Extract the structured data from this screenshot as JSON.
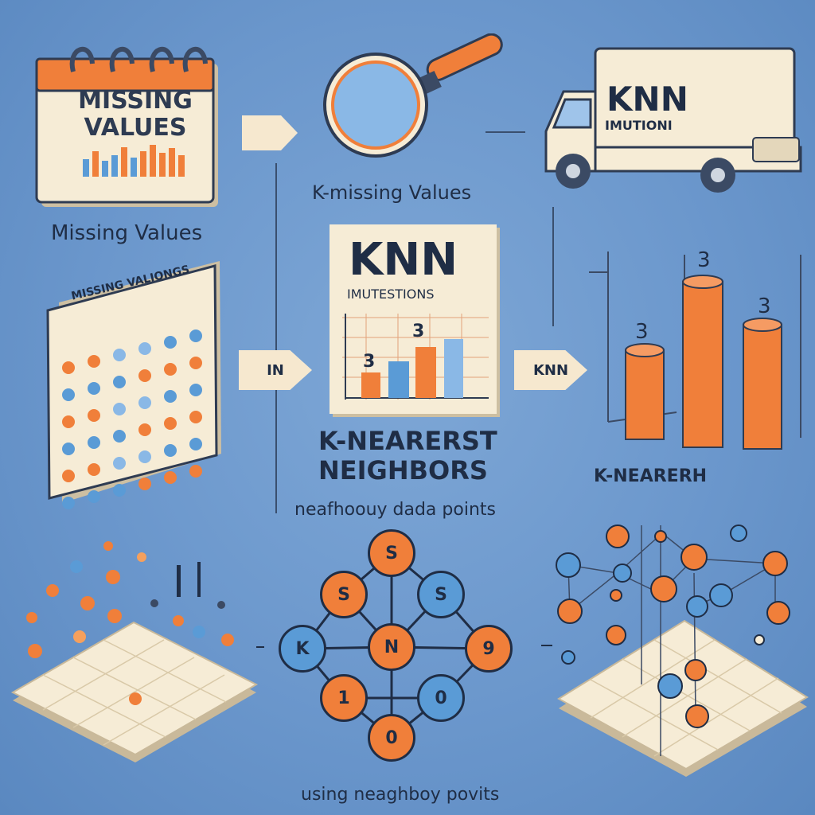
{
  "top": {
    "calendar_title": "MISSING\nVALUES",
    "calendar_caption": "Missing Values",
    "magnifier_caption": "K-missing Values",
    "truck_title": "KNN",
    "truck_subtitle": "IMUTIONI"
  },
  "middle": {
    "sheet_title": "MISSING VALIONGS",
    "arrow_left_label": "IN",
    "card_title": "KNN",
    "card_subtitle": "IMUTESTIONS",
    "card_bar_label": "3",
    "card_bar_label_2": "3",
    "heading_line1": "K-NEARERST",
    "heading_line2": "NEIGHBORS",
    "caption": "neafhoouy dada points",
    "arrow_right_label": "KNN",
    "right_bar_labels": [
      "3",
      "3",
      "3"
    ],
    "right_caption": "K-NEARERH"
  },
  "bottom": {
    "network_nodes": [
      "S",
      "S",
      "S",
      "K",
      "N",
      "9",
      "1",
      "0",
      "0"
    ],
    "caption": "using neaghboy povits"
  },
  "colors": {
    "orange": "#f07f3a",
    "blue": "#5a9bd6",
    "cream": "#f6ecd6",
    "ink": "#1f2d45"
  }
}
